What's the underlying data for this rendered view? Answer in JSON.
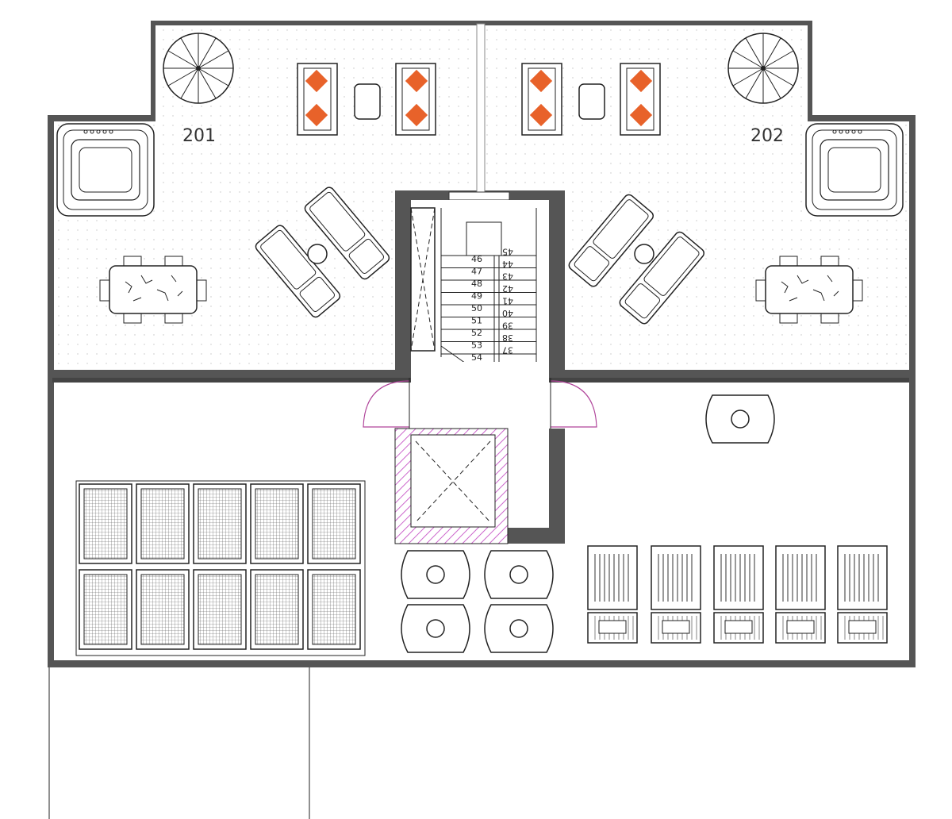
{
  "units": {
    "left": {
      "label": "201"
    },
    "right": {
      "label": "202"
    }
  },
  "stairs": {
    "left_steps": [
      "46",
      "47",
      "48",
      "49",
      "50",
      "51",
      "52",
      "53",
      "54"
    ],
    "right_steps": [
      "45",
      "44",
      "43",
      "42",
      "41",
      "40",
      "39",
      "38",
      "37"
    ]
  },
  "colors": {
    "wall": "#555555",
    "line": "#222222",
    "cushion": "#e8622a",
    "hatch": "#cc66cc",
    "terrace_dot": "#bbbbbb"
  }
}
